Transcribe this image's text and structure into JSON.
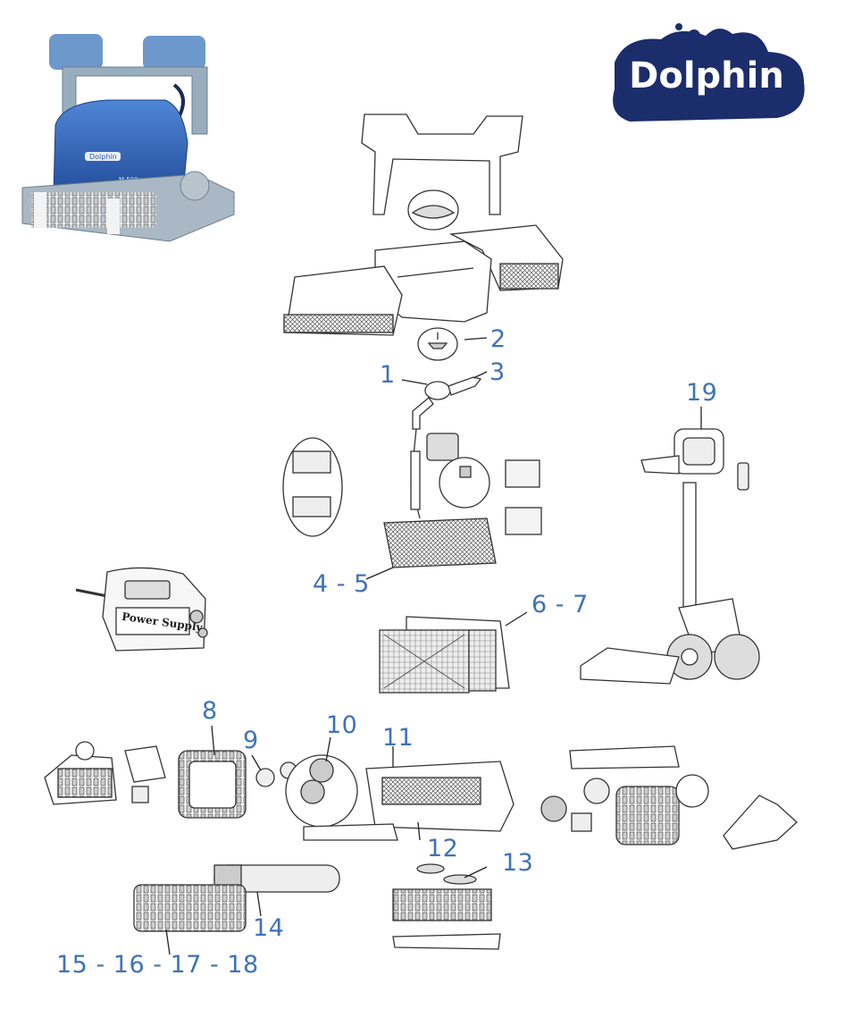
{
  "brand": {
    "name": "Dolphin"
  },
  "product_photo": {
    "model_label": "M 500",
    "logo_text": "Dolphin"
  },
  "power_supply": {
    "label": "Power Supply"
  },
  "callouts": {
    "c1": "1",
    "c2": "2",
    "c3": "3",
    "c4_5": "4 - 5",
    "c6_7": "6 - 7",
    "c8": "8",
    "c9": "9",
    "c10": "10",
    "c11": "11",
    "c12": "12",
    "c13": "13",
    "c14": "14",
    "c15_18": "15 - 16 - 17 - 18",
    "c19": "19"
  },
  "colors": {
    "callout": "#3f73b6",
    "robot_blue": "#2f5fb0",
    "robot_grey": "#8a9aa8",
    "logo_navy": "#1b2d6b"
  }
}
